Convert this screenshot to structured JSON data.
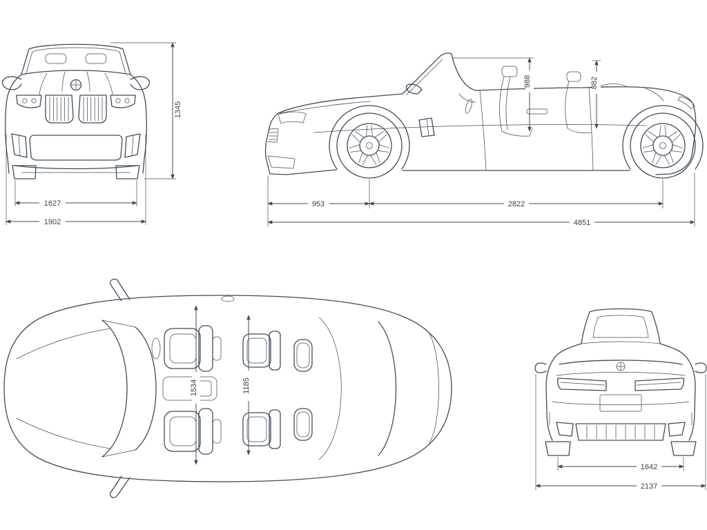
{
  "style": {
    "line_color": "#3e4b58",
    "text_color": "#39434d",
    "background": "#ffffff"
  },
  "views": {
    "front": {
      "dims": {
        "overall_height": "1345",
        "track_width": "1627",
        "overall_width": "1902"
      }
    },
    "side": {
      "dims": {
        "front_interior_height": "988",
        "rear_interior_height": "882",
        "front_overhang_axle": "953",
        "wheelbase": "2822",
        "overall_length": "4851"
      }
    },
    "top": {
      "dims": {
        "front_interior_width": "1534",
        "rear_interior_width": "1185"
      }
    },
    "rear": {
      "dims": {
        "rear_track": "1642",
        "overall_width_incl_mirrors": "2137"
      }
    }
  }
}
